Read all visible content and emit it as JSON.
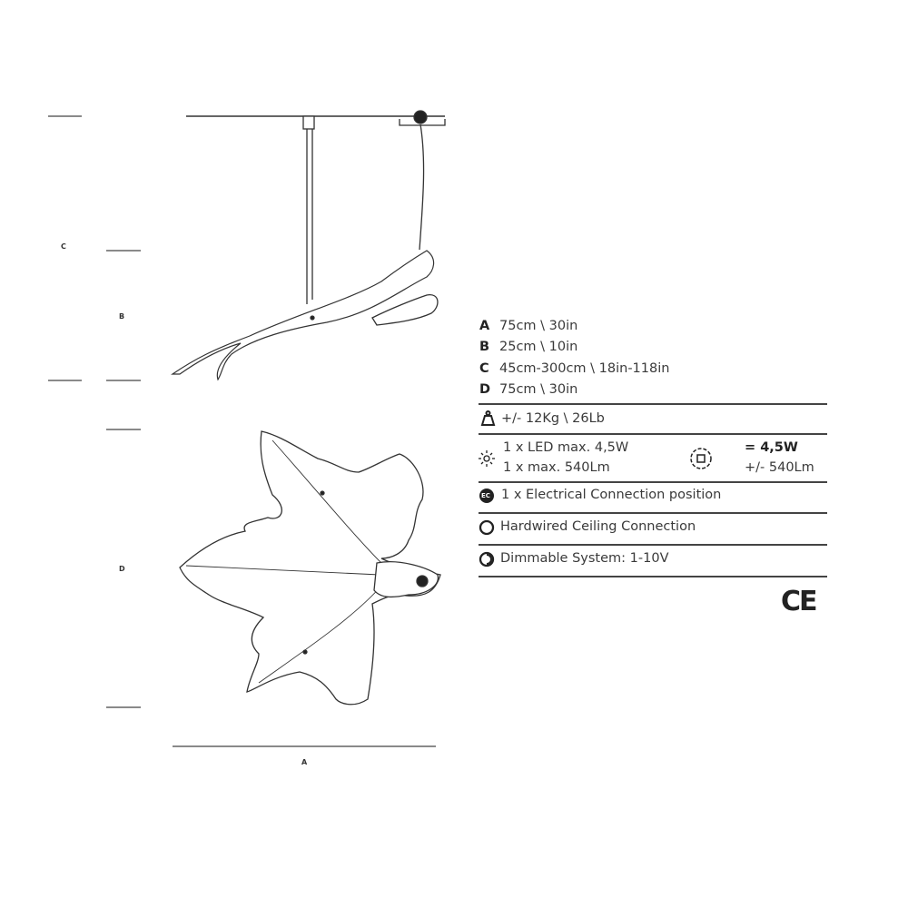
{
  "dimension_labels": {
    "a": "A",
    "b": "B",
    "c": "C",
    "d": "D"
  },
  "dimensions": [
    {
      "letter": "A",
      "value": "75cm \\ 30in"
    },
    {
      "letter": "B",
      "value": "25cm \\ 10in"
    },
    {
      "letter": "C",
      "value": "45cm-300cm \\ 18in-118in"
    },
    {
      "letter": "D",
      "value": "75cm \\ 30in"
    }
  ],
  "weight": {
    "icon": "weight-icon",
    "value": "+/- 12Kg \\ 26Lb"
  },
  "light": {
    "icon": "sun-icon",
    "line1": "1 x LED max. 4,5W",
    "line2": "1 x max. 540Lm",
    "total_icon": "led-module-icon",
    "total_power": "= 4,5W",
    "total_lumen": "+/- 540Lm"
  },
  "electrical": {
    "icon_text": "EC",
    "label": "1 x Electrical Connection position"
  },
  "hardwired": {
    "label": "Hardwired Ceiling Connection"
  },
  "dimmable": {
    "label": "Dimmable System: 1-10V"
  },
  "certification": "CE"
}
